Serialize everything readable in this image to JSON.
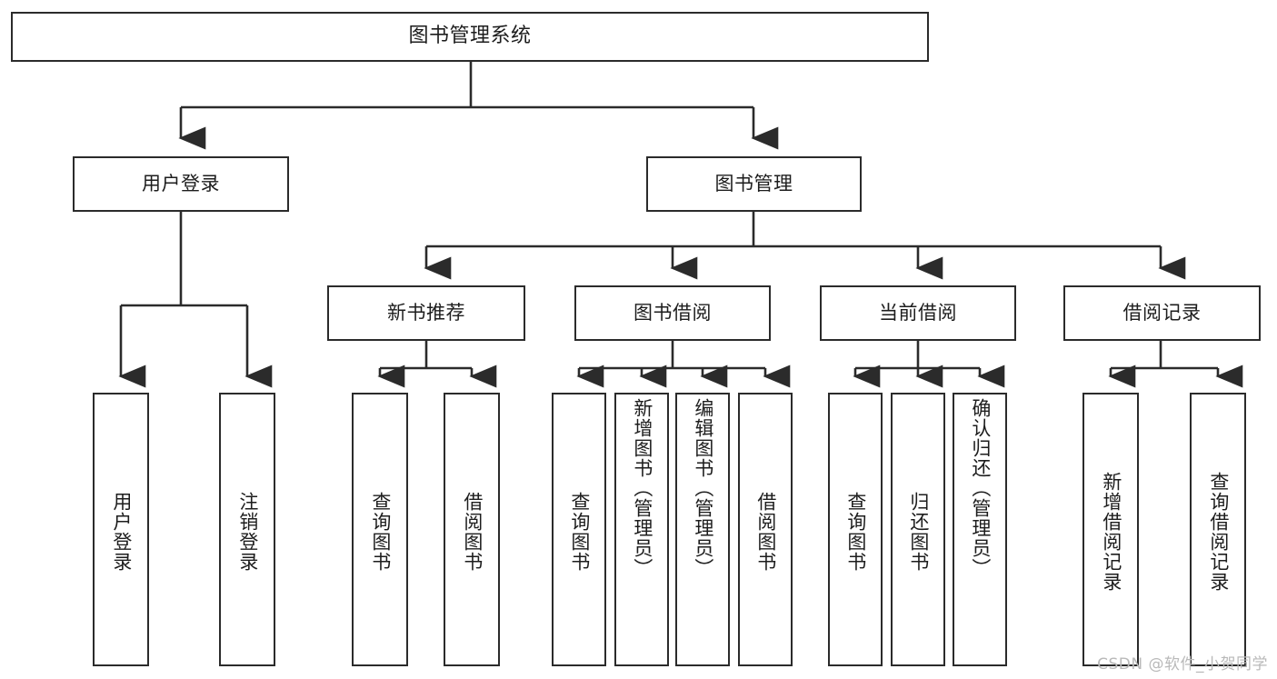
{
  "diagram": {
    "type": "tree-hierarchy-flowchart",
    "title": "图书管理系统",
    "colors": {
      "box_border": "#2b2b2b",
      "box_fill": "#ffffff",
      "connector": "#2b2b2b",
      "text": "#1d1d1d",
      "watermark": "#b9b9b9",
      "background": "#ffffff"
    },
    "root": {
      "label": "图书管理系统"
    },
    "level2": [
      {
        "id": "user-login",
        "label": "用户登录"
      },
      {
        "id": "book-manage",
        "label": "图书管理"
      }
    ],
    "level3": [
      {
        "id": "new-book-recommend",
        "label": "新书推荐"
      },
      {
        "id": "book-borrow",
        "label": "图书借阅"
      },
      {
        "id": "current-borrow",
        "label": "当前借阅"
      },
      {
        "id": "borrow-record",
        "label": "借阅记录"
      }
    ],
    "leaves": {
      "user_login": [
        {
          "id": "leaf-user-login",
          "label": "用户登录"
        },
        {
          "id": "leaf-logout",
          "label": "注销登录"
        }
      ],
      "new_book_recommend": [
        {
          "id": "leaf-query-book-1",
          "label": "查询图书"
        },
        {
          "id": "leaf-borrow-book-1",
          "label": "借阅图书"
        }
      ],
      "book_borrow": [
        {
          "id": "leaf-query-book-2",
          "label": "查询图书"
        },
        {
          "id": "leaf-add-book",
          "label": "新增图书（管理员）"
        },
        {
          "id": "leaf-edit-book",
          "label": "编辑图书（管理员）"
        },
        {
          "id": "leaf-borrow-book-2",
          "label": "借阅图书"
        }
      ],
      "current_borrow": [
        {
          "id": "leaf-query-book-3",
          "label": "查询图书"
        },
        {
          "id": "leaf-return-book",
          "label": "归还图书"
        },
        {
          "id": "leaf-confirm-return",
          "label": "确认归还（管理员）"
        }
      ],
      "borrow_record": [
        {
          "id": "leaf-add-record",
          "label": "新增借阅记录"
        },
        {
          "id": "leaf-query-record",
          "label": "查询借阅记录"
        }
      ]
    }
  },
  "watermark": {
    "text": "CSDN @软件_小贺同学"
  }
}
